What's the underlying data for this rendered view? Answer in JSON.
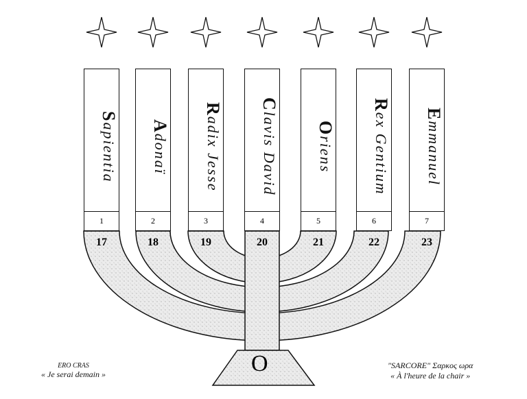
{
  "candles": [
    {
      "first": "S",
      "rest": "apientia",
      "number": "1",
      "arm": "17"
    },
    {
      "first": "A",
      "rest": "donaï",
      "number": "2",
      "arm": "18"
    },
    {
      "first": "R",
      "rest": "adix Jesse",
      "number": "3",
      "arm": "19"
    },
    {
      "first": "C",
      "rest": "lavis David",
      "number": "4",
      "arm": "20"
    },
    {
      "first": "O",
      "rest": "riens",
      "number": "5",
      "arm": "21"
    },
    {
      "first": "R",
      "rest": "ex Gentium",
      "number": "6",
      "arm": "22"
    },
    {
      "first": "E",
      "rest": "mmanuel",
      "number": "7",
      "arm": "23"
    }
  ],
  "base_letter": "O",
  "left_note": {
    "title": "ERO CRAS",
    "subtitle": "« Je serai demain »"
  },
  "right_note": {
    "title": "\"SARCORE\" Σαρκος ωρα",
    "subtitle": "« À l'heure de la chair »"
  },
  "colors": {
    "ink": "#111111",
    "stipple": "#e6e6e6"
  }
}
